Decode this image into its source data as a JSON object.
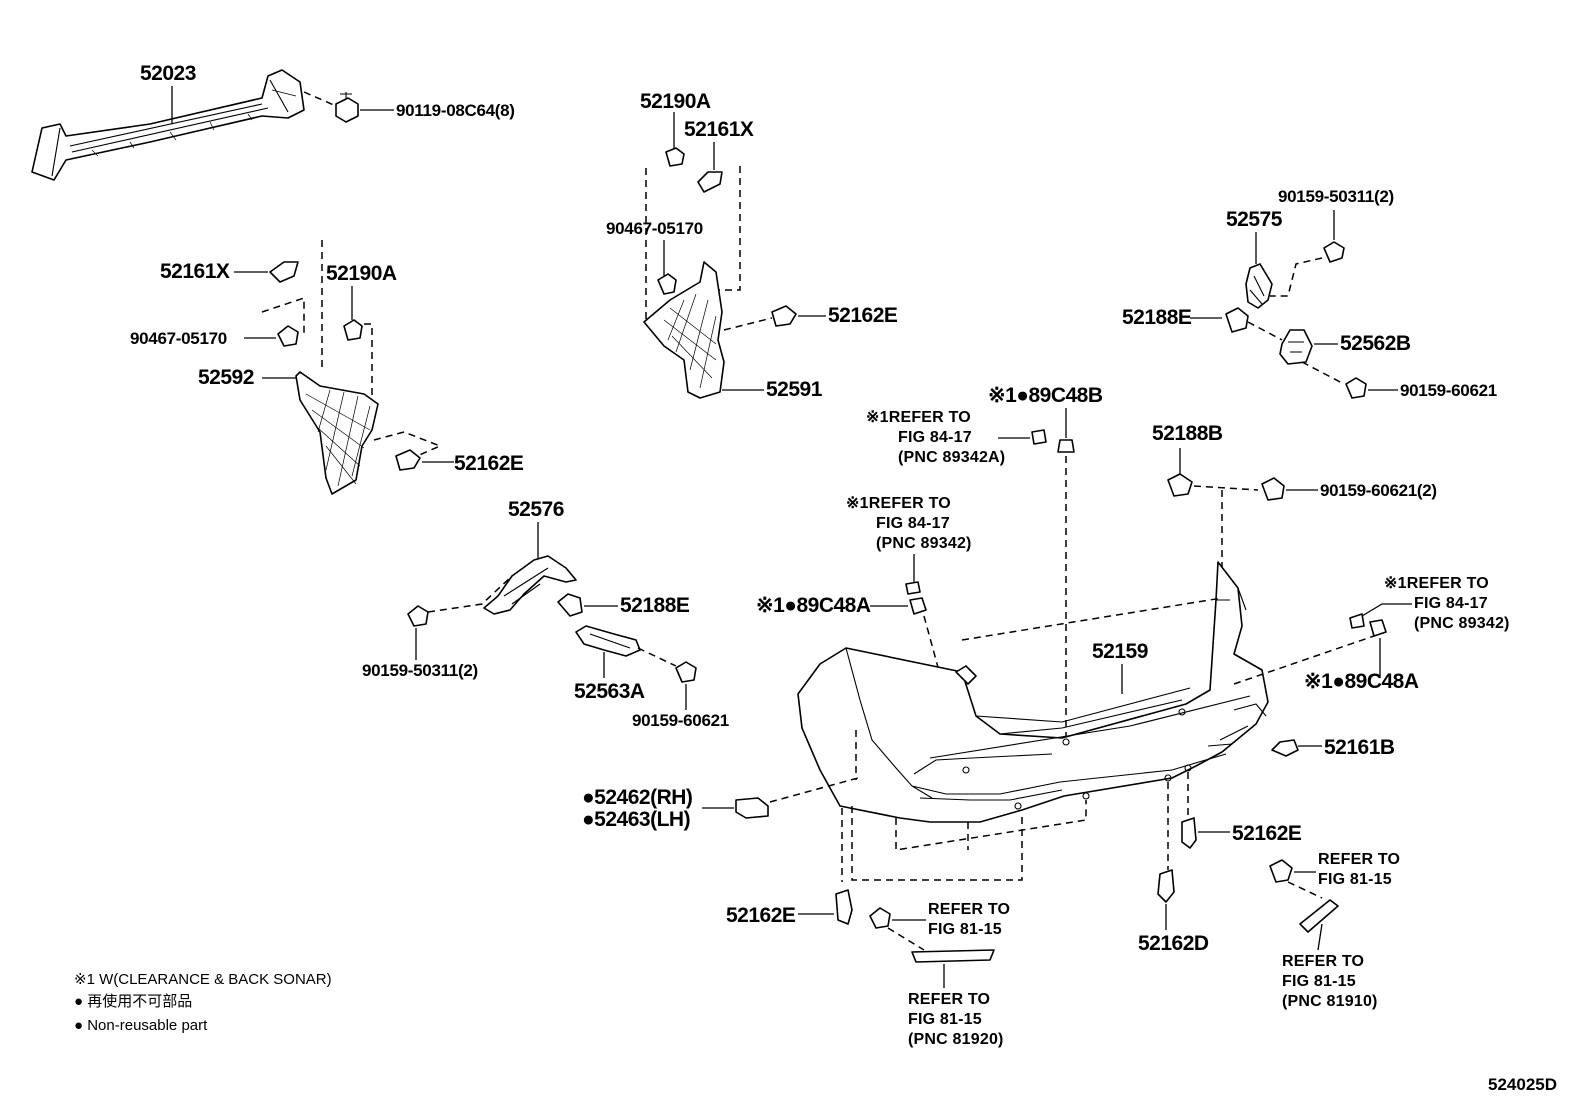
{
  "labels": {
    "p52023": "52023",
    "p9011908c64": "90119-08C64(8)",
    "p52190a_top": "52190A",
    "p52161x_top": "52161X",
    "p9046705170_top": "90467-05170",
    "p52162e_top": "52162E",
    "p52591": "52591",
    "p52161x_left": "52161X",
    "p52190a_left": "52190A",
    "p9046705170_left": "90467-05170",
    "p52592": "52592",
    "p52162e_left": "52162E",
    "p9015950311_right": "90159-50311(2)",
    "p52575": "52575",
    "p52188e_right": "52188E",
    "p52562b": "52562B",
    "p9015960621_right": "90159-60621",
    "p89c48b": "※1●89C48B",
    "ref89342a_1": "※1REFER TO",
    "ref89342a_2": "FIG 84-17",
    "ref89342a_3": "(PNC 89342A)",
    "p52188b": "52188B",
    "p9015960621_2": "90159-60621(2)",
    "ref89342_mid_1": "※1REFER TO",
    "ref89342_mid_2": "FIG 84-17",
    "ref89342_mid_3": "(PNC 89342)",
    "p52576": "52576",
    "p52188e_mid": "52188E",
    "p89c48a_mid": "※1●89C48A",
    "p9015950311_mid": "90159-50311(2)",
    "p52563a": "52563A",
    "p9015960621_mid": "90159-60621",
    "ref89342_right_1": "※1REFER TO",
    "ref89342_right_2": "FIG 84-17",
    "ref89342_right_3": "(PNC 89342)",
    "p52159": "52159",
    "p89c48a_right": "※1●89C48A",
    "p52161b": "52161B",
    "p52462": "●52462(RH)",
    "p52463": "●52463(LH)",
    "p52162e_lowright": "52162E",
    "ref8115_right_1": "REFER TO",
    "ref8115_right_2": "FIG 81-15",
    "p52162e_bottom": "52162E",
    "ref8115_mid_1": "REFER TO",
    "ref8115_mid_2": "FIG 81-15",
    "p52162d": "52162D",
    "ref81910_1": "REFER TO",
    "ref81910_2": "FIG 81-15",
    "ref81910_3": "(PNC 81910)",
    "ref81920_1": "REFER TO",
    "ref81920_2": "FIG 81-15",
    "ref81920_3": "(PNC 81920)"
  },
  "legend": {
    "note1": "※1 W(CLEARANCE & BACK SONAR)",
    "nonreusable_ja": "● 再使用不可部品",
    "nonreusable_en": "● Non-reusable part"
  },
  "illustration_code": "524025D"
}
